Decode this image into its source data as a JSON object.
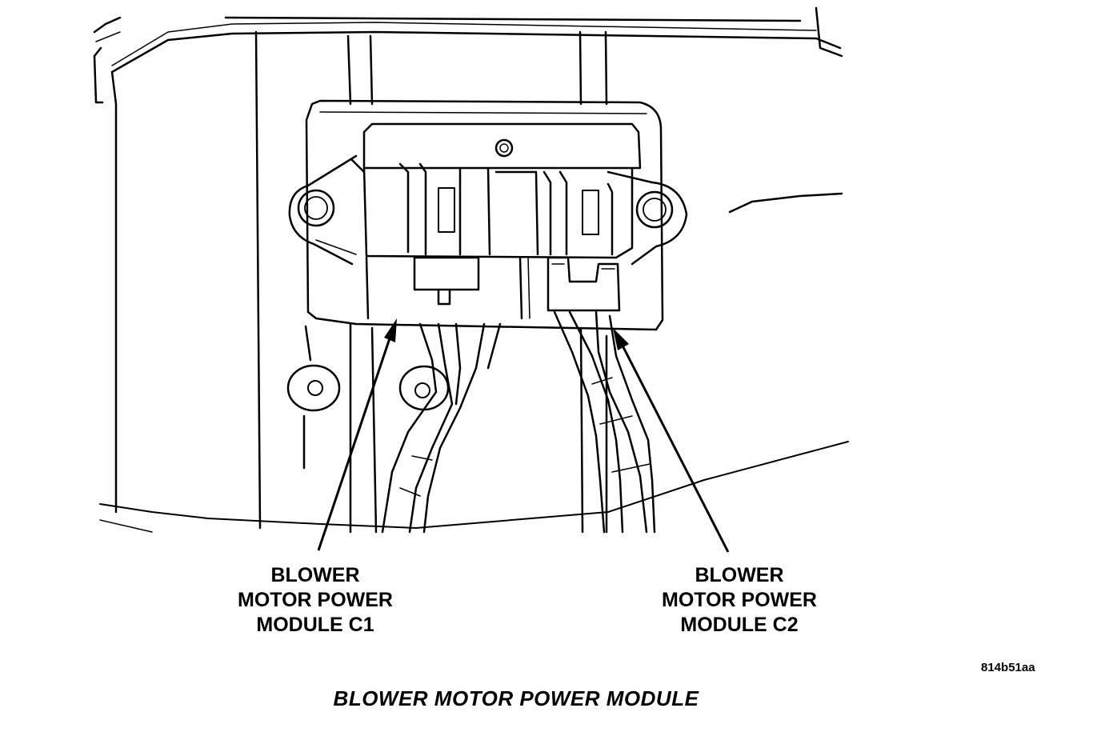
{
  "callouts": {
    "c1": {
      "line1": "BLOWER",
      "line2": "MOTOR POWER",
      "line3": "MODULE C1"
    },
    "c2": {
      "line1": "BLOWER",
      "line2": "MOTOR POWER",
      "line3": "MODULE C2"
    }
  },
  "figure_id": "814b51aa",
  "caption": "BLOWER MOTOR POWER MODULE",
  "colors": {
    "ink": "#000000",
    "paper": "#ffffff"
  }
}
